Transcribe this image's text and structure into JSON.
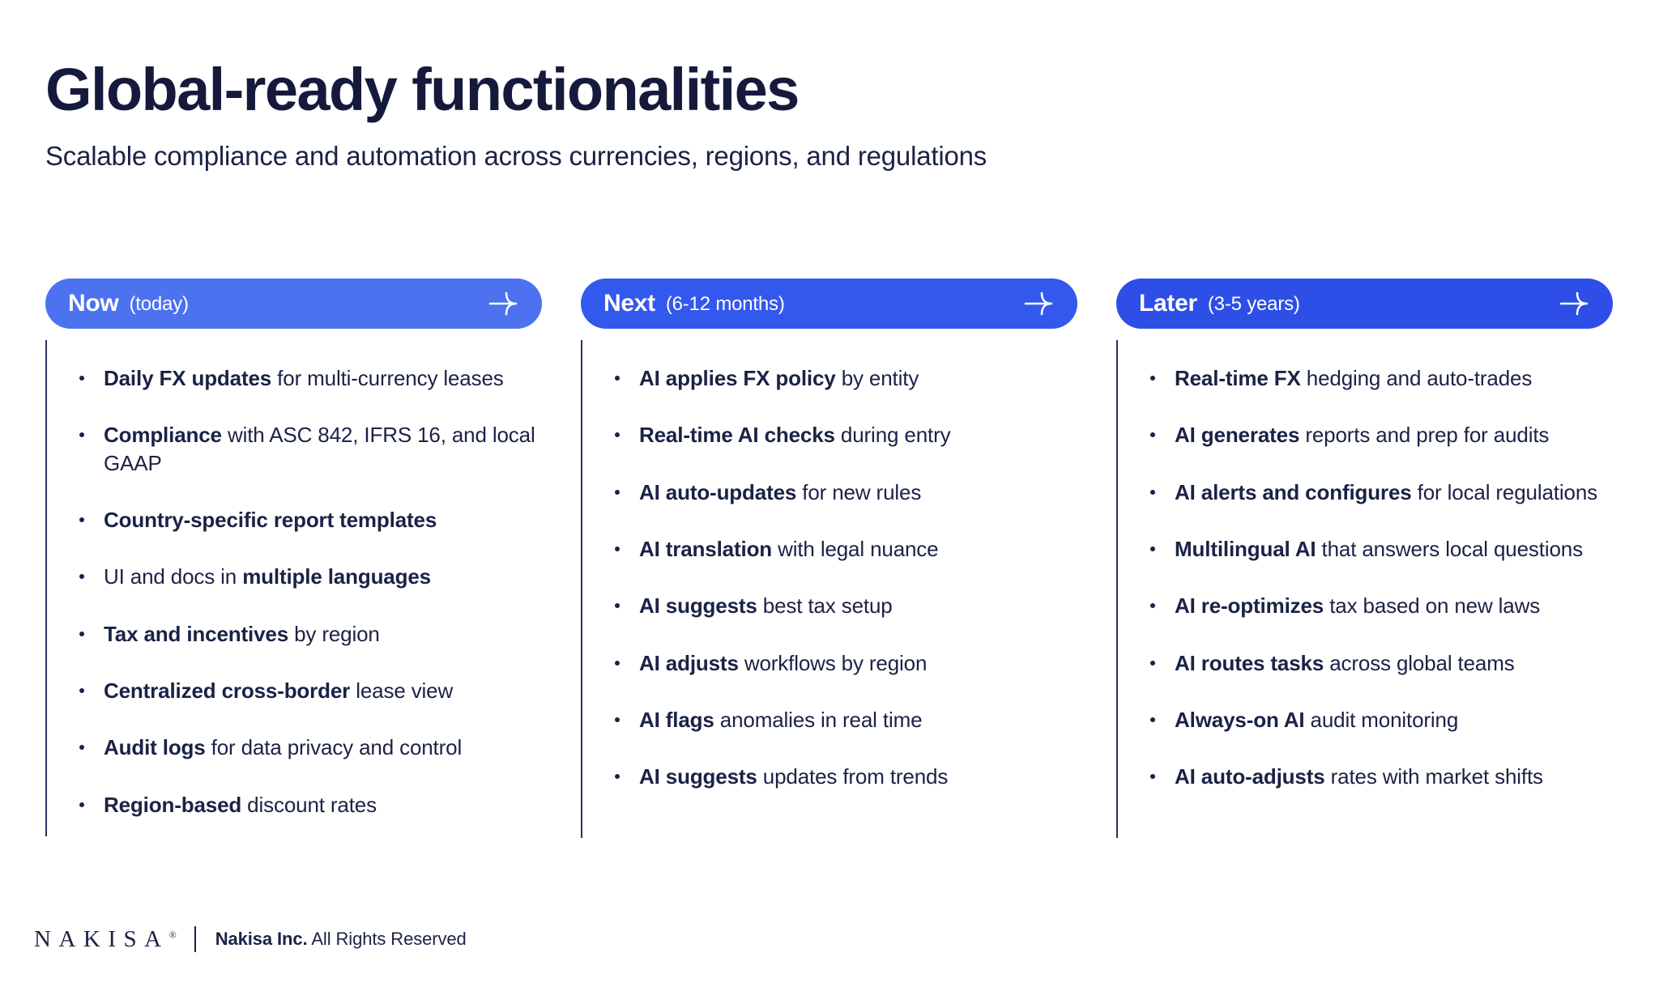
{
  "header": {
    "title": "Global-ready functionalities",
    "subtitle": "Scalable compliance and automation across currencies, regions, and regulations"
  },
  "colors": {
    "text_navy": "#1B2246",
    "title_navy": "#151A3D",
    "badge_now": "#4C72F0",
    "badge_next": "#3358EE",
    "badge_later": "#2D4FE8",
    "divider": "#2A3260"
  },
  "columns": [
    {
      "id": "now",
      "title": "Now",
      "subtitle": "(today)",
      "badge_color": "#4C72F0",
      "arrow_icon": "arrow-right-icon",
      "items": [
        {
          "bold": "Daily FX updates",
          "rest": " for multi-currency leases"
        },
        {
          "bold": "Compliance",
          "rest": " with ASC 842, IFRS 16, and local GAAP"
        },
        {
          "bold": "Country-specific report templates",
          "rest": ""
        },
        {
          "bold": "",
          "rest": "UI and docs in ",
          "bold_after": "multiple languages"
        },
        {
          "bold": "Tax and incentives",
          "rest": " by region"
        },
        {
          "bold": "Centralized cross-border",
          "rest": " lease view"
        },
        {
          "bold": "Audit logs",
          "rest": " for data privacy and control"
        },
        {
          "bold": "Region-based",
          "rest": " discount rates"
        }
      ]
    },
    {
      "id": "next",
      "title": "Next",
      "subtitle": "(6-12 months)",
      "badge_color": "#3358EE",
      "arrow_icon": "arrow-right-icon",
      "items": [
        {
          "bold": "AI applies FX policy",
          "rest": " by entity"
        },
        {
          "bold": "Real-time AI checks",
          "rest": " during entry"
        },
        {
          "bold": "AI auto-updates",
          "rest": " for new rules"
        },
        {
          "bold": "AI translation",
          "rest": " with legal nuance"
        },
        {
          "bold": "AI suggests",
          "rest": " best tax setup"
        },
        {
          "bold": "AI adjusts",
          "rest": " workflows by region"
        },
        {
          "bold": "AI flags",
          "rest": " anomalies in real time"
        },
        {
          "bold": "AI suggests",
          "rest": " updates from trends"
        }
      ]
    },
    {
      "id": "later",
      "title": "Later",
      "subtitle": "(3-5 years)",
      "badge_color": "#2D4FE8",
      "arrow_icon": "arrow-right-icon",
      "items": [
        {
          "bold": "Real-time FX",
          "rest": " hedging and auto-trades"
        },
        {
          "bold": "AI generates",
          "rest": " reports and prep for audits"
        },
        {
          "bold": "AI alerts and configures",
          "rest": " for local regulations"
        },
        {
          "bold": "Multilingual AI",
          "rest": " that answers local questions"
        },
        {
          "bold": "AI re-optimizes",
          "rest": " tax based on new laws"
        },
        {
          "bold": "AI routes tasks",
          "rest": " across global teams"
        },
        {
          "bold": "Always-on AI",
          "rest": " audit monitoring"
        },
        {
          "bold": "AI auto-adjusts",
          "rest": " rates with market shifts"
        }
      ]
    }
  ],
  "footer": {
    "logo_text": "NAKISA",
    "logo_registered": "®",
    "copyright_bold": "Nakisa Inc.",
    "copyright_rest": " All Rights Reserved"
  }
}
